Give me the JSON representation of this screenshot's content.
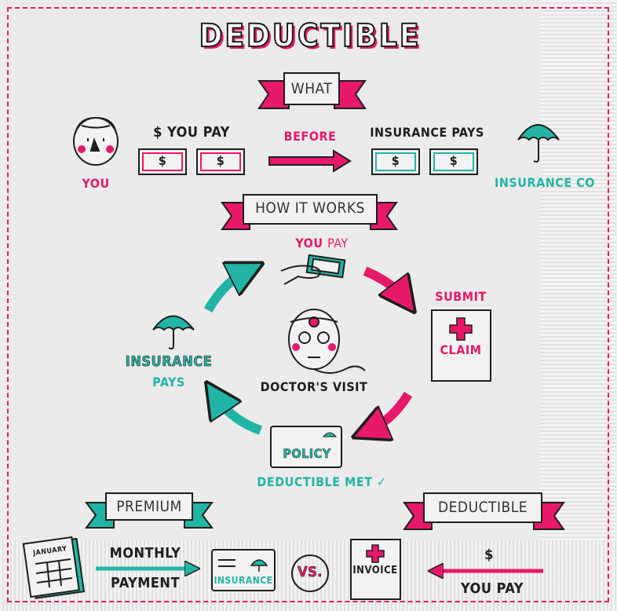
{
  "title": "DEDUCTIBLE",
  "colors": {
    "accent_pink": "#e8196a",
    "accent_teal": "#22b5a5",
    "ink": "#1e1e1e"
  },
  "what": {
    "banner": "WHAT",
    "you_label": "YOU",
    "you_pay": "$ YOU PAY",
    "bill_symbol": "$",
    "before": "BEFORE",
    "insurance_pays": "INSURANCE PAYS",
    "insurance_co": "INSURANCE CO"
  },
  "how": {
    "banner": "HOW IT WORKS",
    "you": "YOU",
    "pay": "PAY",
    "submit": "SUBMIT",
    "claim": "CLAIM",
    "doctors_visit": "DOCTOR'S VISIT",
    "insurance": "INSURANCE",
    "pays": "PAYS",
    "policy": "POLICY",
    "deductible_met": "DEDUCTIBLE MET ✓"
  },
  "compare": {
    "premium_banner": "PREMIUM",
    "deductible_banner": "DEDUCTIBLE",
    "calendar_month": "JANUARY",
    "monthly": "MONTHLY",
    "payment": "PAYMENT",
    "insurance_card": "INSURANCE",
    "vs": "VS.",
    "invoice": "INVOICE",
    "dollar": "$",
    "you_pay": "YOU PAY"
  }
}
